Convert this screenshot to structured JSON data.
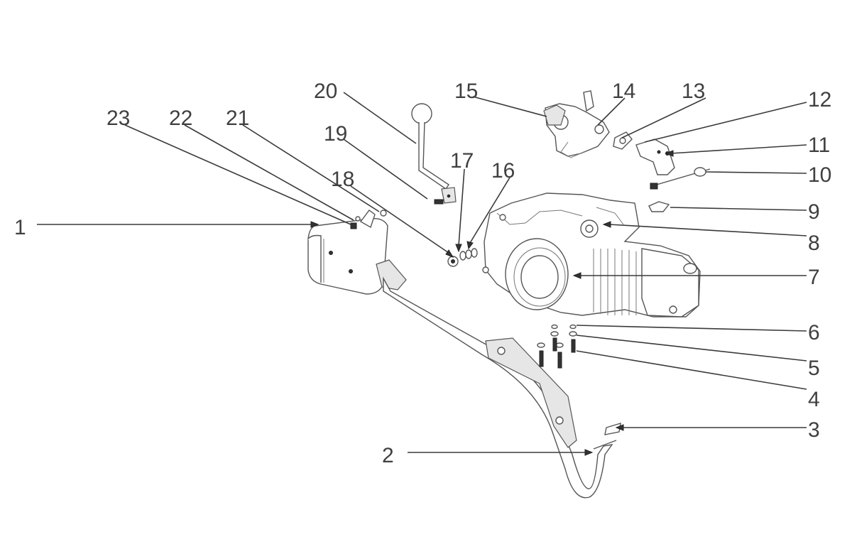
{
  "diagram": {
    "type": "exploded-parts-diagram",
    "callouts": [
      {
        "id": 1,
        "label": "1"
      },
      {
        "id": 2,
        "label": "2"
      },
      {
        "id": 3,
        "label": "3"
      },
      {
        "id": 4,
        "label": "4"
      },
      {
        "id": 5,
        "label": "5"
      },
      {
        "id": 6,
        "label": "6"
      },
      {
        "id": 7,
        "label": "7"
      },
      {
        "id": 8,
        "label": "8"
      },
      {
        "id": 9,
        "label": "9"
      },
      {
        "id": 10,
        "label": "10"
      },
      {
        "id": 11,
        "label": "11"
      },
      {
        "id": 12,
        "label": "12"
      },
      {
        "id": 13,
        "label": "13"
      },
      {
        "id": 14,
        "label": "14"
      },
      {
        "id": 15,
        "label": "15"
      },
      {
        "id": 16,
        "label": "16"
      },
      {
        "id": 17,
        "label": "17"
      },
      {
        "id": 18,
        "label": "18"
      },
      {
        "id": 19,
        "label": "19"
      },
      {
        "id": 20,
        "label": "20"
      },
      {
        "id": 21,
        "label": "21"
      },
      {
        "id": 22,
        "label": "22"
      },
      {
        "id": 23,
        "label": "23"
      }
    ],
    "colors": {
      "line": "#3a3a3a",
      "label": "#404040",
      "part_fill": "#e6e6e6"
    }
  }
}
